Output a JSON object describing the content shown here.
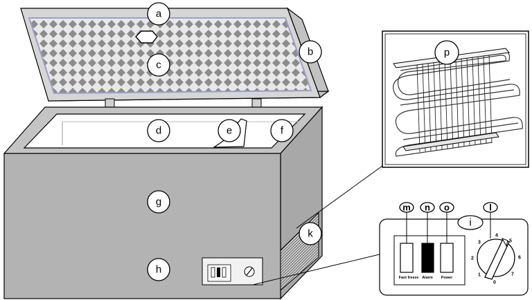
{
  "callouts": {
    "a": "a",
    "b": "b",
    "c": "c",
    "d": "d",
    "e": "e",
    "f": "f",
    "g": "g",
    "h": "h",
    "i": "i",
    "k": "k",
    "l": "l",
    "m": "m",
    "n": "n",
    "o": "o",
    "p": "p"
  },
  "control_panel": {
    "fast_freeze_label": "Fast freeze",
    "alarm_label": "Alarm",
    "power_label": "Power",
    "dial_numbers": [
      "0",
      "1",
      "2",
      "3",
      "4",
      "5",
      "6",
      "7"
    ]
  },
  "colors": {
    "body": "#b3b3b3",
    "lid_face": "#d6d6d6",
    "lid_pattern": "#9aa0c8",
    "outline": "#000000"
  }
}
